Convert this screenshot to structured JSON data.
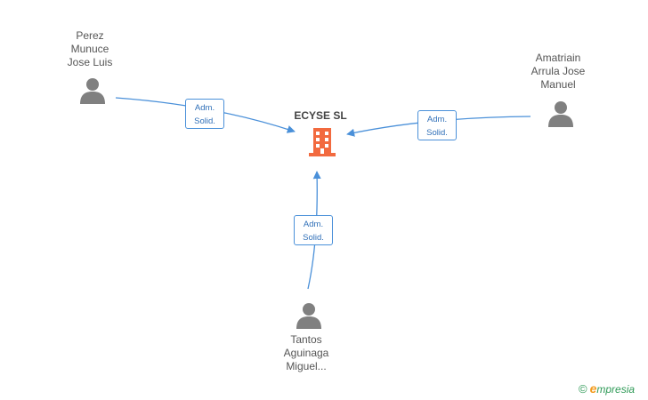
{
  "company": {
    "name": "ECYSE SL",
    "icon": "building-icon",
    "color": "#f26a3f"
  },
  "people": [
    {
      "lines": [
        "Perez",
        "Munuce",
        "Jose Luis"
      ],
      "role_lines": [
        "Adm.",
        "Solid."
      ]
    },
    {
      "lines": [
        "Amatriain",
        "Arrula Jose",
        "Manuel"
      ],
      "role_lines": [
        "Adm.",
        "Solid."
      ]
    },
    {
      "lines": [
        "Tantos",
        "Aguinaga",
        "Miguel..."
      ],
      "role_lines": [
        "Adm.",
        "Solid."
      ]
    }
  ],
  "person_icon": "person-icon",
  "person_color": "#808080",
  "edge_color": "#4a90d9",
  "brand": {
    "symbol": "©",
    "initial": "e",
    "rest": "mpresia"
  }
}
